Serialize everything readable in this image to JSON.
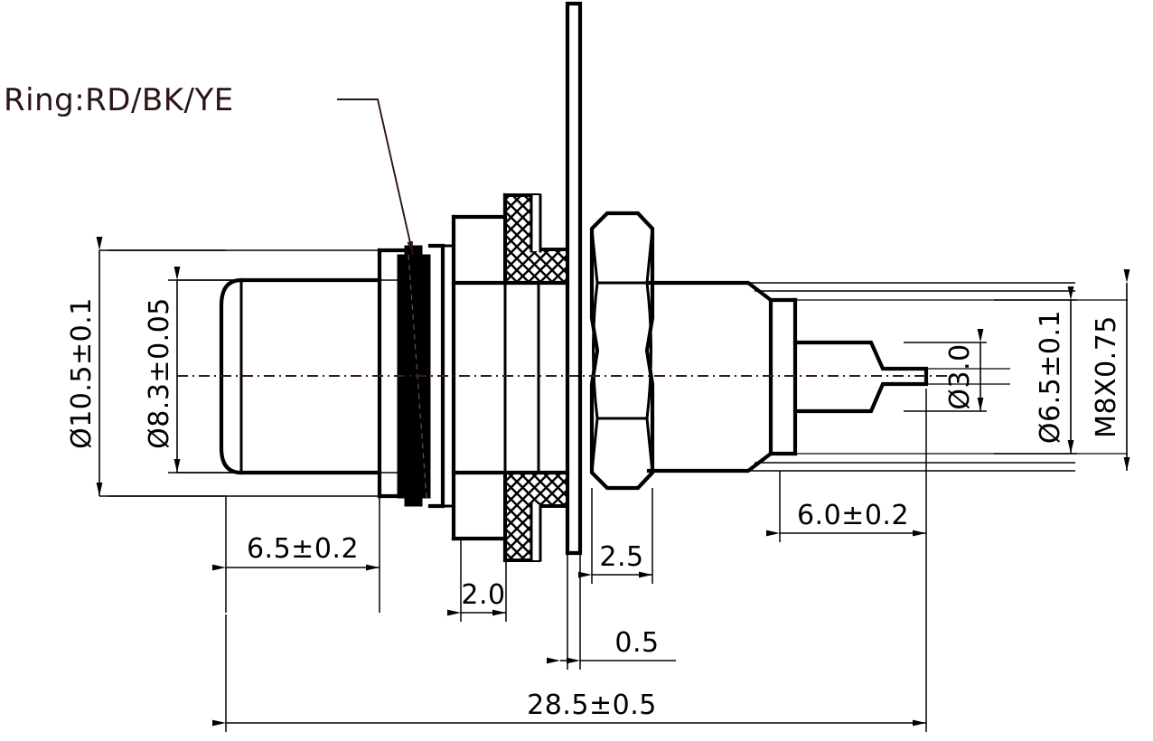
{
  "drawing": {
    "title": "Panel-mount coaxial connector cross-section drawing",
    "units": "mm",
    "line_color": "#000000",
    "centerline_color": "#3a1b1d",
    "leader_color": "#2b1416"
  },
  "annotations": {
    "ring_note": "Ring:RD/BK/YE"
  },
  "dimensions": {
    "left_vertical": [
      {
        "id": "dia-10-5",
        "label": "Ø10.5±0.1",
        "value": 10.5,
        "tolerance": 0.1,
        "orientation": "vertical"
      },
      {
        "id": "dia-8-3",
        "label": "Ø8.3±0.05",
        "value": 8.3,
        "tolerance": 0.05,
        "orientation": "vertical"
      }
    ],
    "right_vertical": [
      {
        "id": "dia-3-0",
        "label": "Ø3.0",
        "value": 3.0,
        "tolerance": null,
        "orientation": "vertical"
      },
      {
        "id": "dia-6-5",
        "label": "Ø6.5±0.1",
        "value": 6.5,
        "tolerance": 0.1,
        "orientation": "vertical"
      },
      {
        "id": "thread-m8",
        "label": "M8X0.75",
        "value": 8.0,
        "pitch": 0.75,
        "orientation": "vertical"
      }
    ],
    "horizontal": [
      {
        "id": "len-6-5",
        "label": "6.5±0.2",
        "value": 6.5,
        "tolerance": 0.2,
        "orientation": "horizontal"
      },
      {
        "id": "len-2-0",
        "label": "2.0",
        "value": 2.0,
        "tolerance": null,
        "orientation": "horizontal"
      },
      {
        "id": "len-2-5",
        "label": "2.5",
        "value": 2.5,
        "tolerance": null,
        "orientation": "horizontal"
      },
      {
        "id": "len-0-5",
        "label": "0.5",
        "value": 0.5,
        "tolerance": null,
        "orientation": "horizontal"
      },
      {
        "id": "len-6-0",
        "label": "6.0±0.2",
        "value": 6.0,
        "tolerance": 0.2,
        "orientation": "horizontal"
      },
      {
        "id": "len-28-5",
        "label": "28.5±0.5",
        "value": 28.5,
        "tolerance": 0.5,
        "orientation": "horizontal"
      }
    ]
  }
}
